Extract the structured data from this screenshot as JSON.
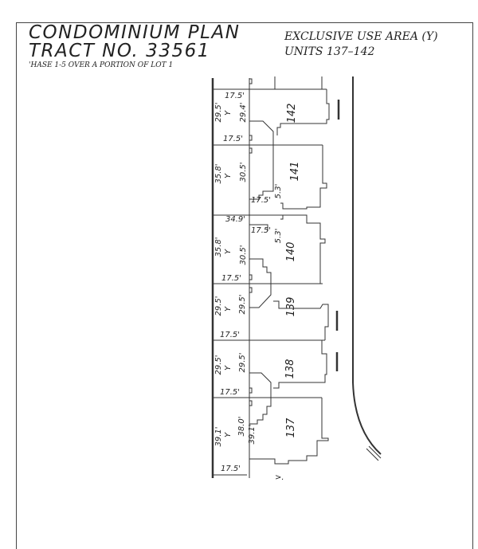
{
  "title": {
    "line1": "CONDOMINIUM PLAN",
    "line2": "TRACT NO. 33561",
    "subtitle": "'HASE 1-5 OVER A PORTION OF LOT 1"
  },
  "legend": {
    "line1": "EXCLUSIVE USE AREA (Y)",
    "line2": "UNITS 137–142"
  },
  "plan": {
    "units": [
      {
        "number": "142",
        "area_label": "Y",
        "outer_depth": "29.5'",
        "inner_depth": "29.4'",
        "width": "17.5'"
      },
      {
        "number": "141",
        "area_label": "Y",
        "outer_depth": "35.8'",
        "inner_depth": "30.5'",
        "width": "17.5'",
        "width2": "17.5'",
        "offset": "5.3'"
      },
      {
        "number": "140",
        "area_label": "Y",
        "outer_depth": "35.8'",
        "inner_depth": "30.5'",
        "width": "17.5'",
        "offset": "5.3'"
      },
      {
        "number": "139",
        "area_label": "Y",
        "outer_depth": "29.5'",
        "inner_depth": "29.5'",
        "width": "17.5'"
      },
      {
        "number": "138",
        "area_label": "Y",
        "outer_depth": "29.5'",
        "inner_depth": "29.5'",
        "width": "17.5'"
      },
      {
        "number": "137",
        "area_label": "Y",
        "outer_depth": "39.1'",
        "inner_depth": "38.0'",
        "inner_depth2": "39.1'",
        "width": "17.5'",
        "width_bottom": "17.5'"
      }
    ],
    "gap_width": "34.9'"
  }
}
